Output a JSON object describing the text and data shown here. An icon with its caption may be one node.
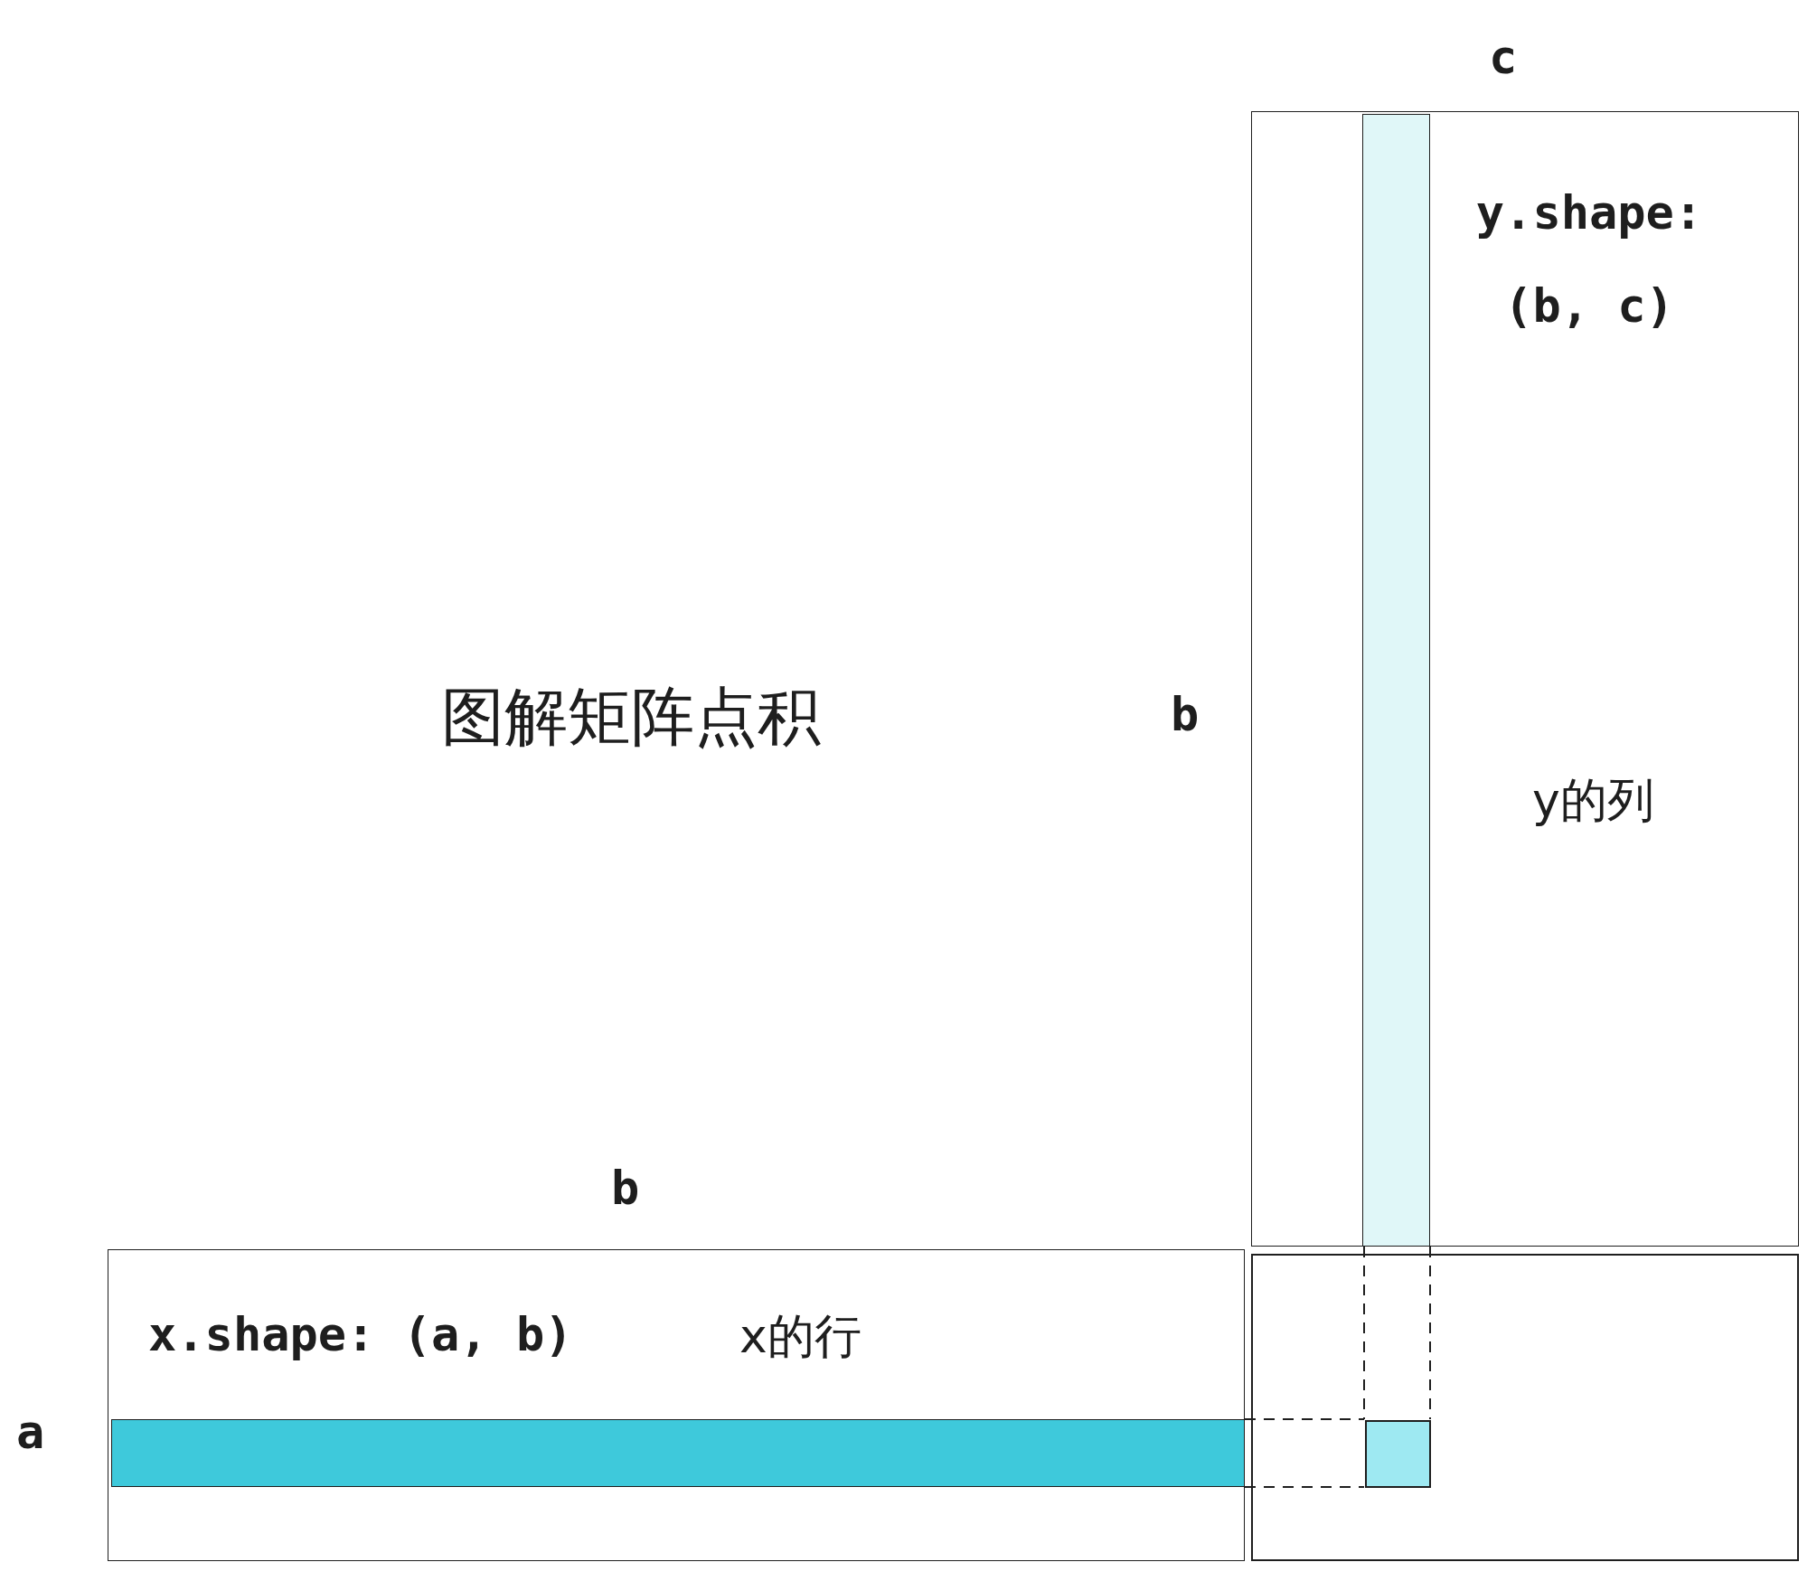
{
  "diagram": {
    "title": "图解矩阵点积",
    "nodes": [
      {
        "text": [
          "y.shape: (b, c)",
          "y的列"
        ],
        "beside": [
          "c",
          "b"
        ]
      },
      {
        "text": [],
        "shape": "bar",
        "in": 0
      },
      {
        "text": [
          "x.shape: (a, b)",
          "x的行"
        ],
        "beside": [
          "b",
          "a"
        ]
      },
      {
        "text": [],
        "shape": "bar",
        "in": 2
      },
      {
        "text": [],
        "shape": "box"
      },
      {
        "text": [],
        "shape": "box",
        "in": 4
      }
    ],
    "edges": [
      {
        "from": 3,
        "to": 5,
        "arrow": "none",
        "style": "dashed"
      },
      {
        "from": 3,
        "to": 5,
        "arrow": "none",
        "style": "dashed"
      },
      {
        "from": 1,
        "to": 5,
        "arrow": "none",
        "style": "dashed"
      },
      {
        "from": 1,
        "to": 5,
        "arrow": "none",
        "style": "dashed"
      }
    ]
  }
}
